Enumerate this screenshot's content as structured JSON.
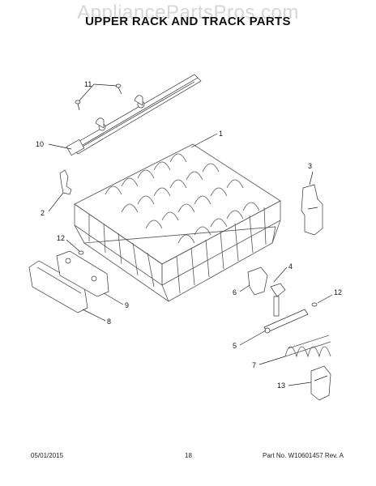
{
  "watermark": "AppliancePartsPros.com",
  "title": "UPPER RACK AND TRACK PARTS",
  "callouts": [
    "1",
    "2",
    "3",
    "4",
    "5",
    "6",
    "7",
    "8",
    "9",
    "10",
    "11",
    "12",
    "12",
    "13"
  ],
  "footer": {
    "date": "05/01/2015",
    "page": "18",
    "part_no": "Part No. W10601457  Rev. A"
  }
}
